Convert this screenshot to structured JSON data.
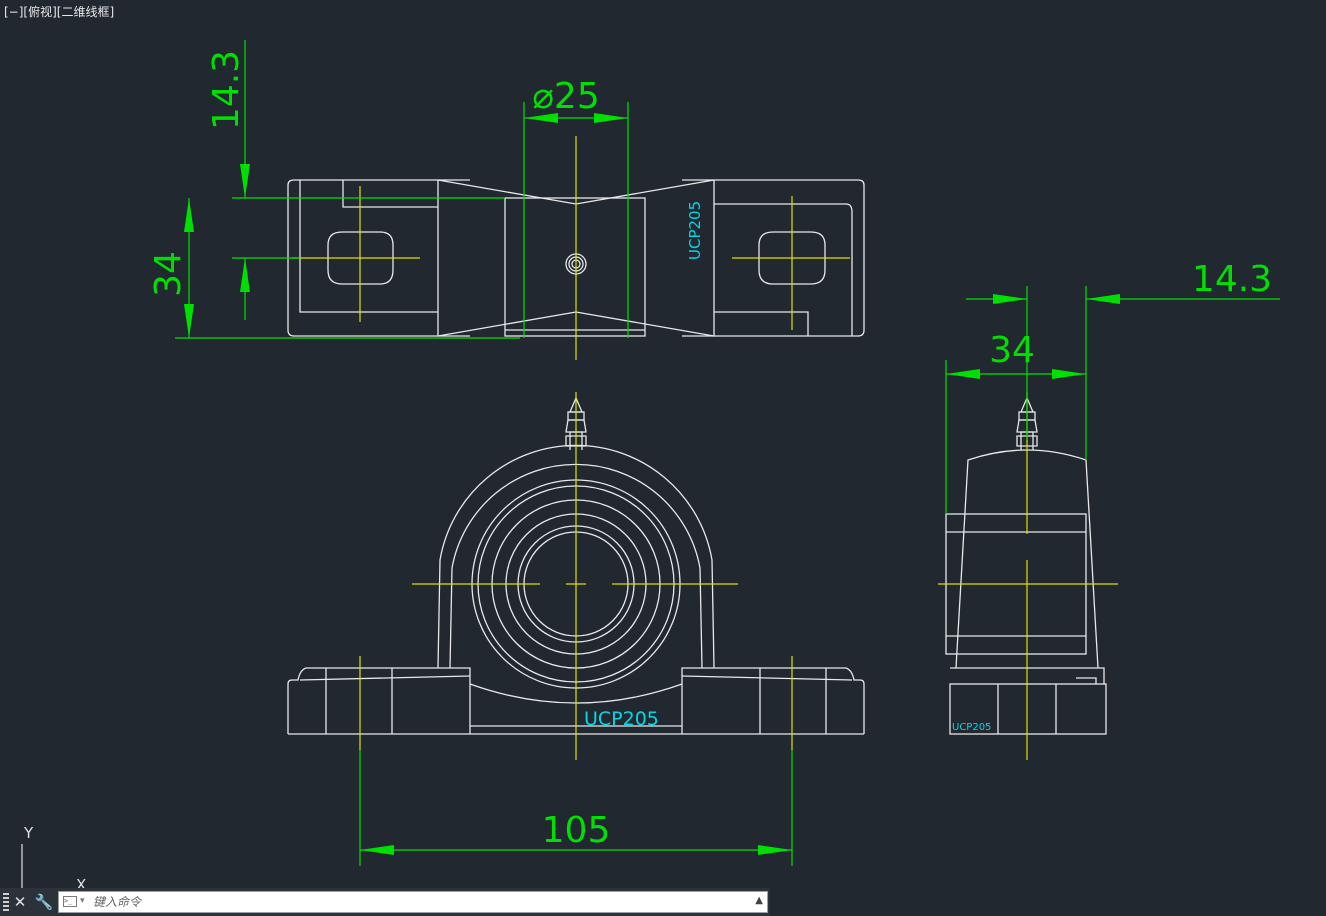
{
  "viewport": {
    "label": "[−][俯视][二维线框]"
  },
  "colors": {
    "background": "#212830",
    "geometry": "#e8e8e8",
    "centerline": "#e0e000",
    "dimension": "#00e000",
    "tag": "#00d8e8"
  },
  "dimensions": {
    "top_offset": "14.3",
    "top_height": "34",
    "diameter": "⌀25",
    "base_span": "105",
    "side_width": "34",
    "side_offset": "14.3"
  },
  "tags": {
    "top_view": "UCP205",
    "front_view": "UCP205",
    "side_view": "UCP205"
  },
  "ucs": {
    "y_label": "Y",
    "x_label": "X"
  },
  "command_line": {
    "placeholder": "键入命令",
    "close_icon": "close-icon",
    "customize_icon": "wrench-icon",
    "history_icon": "triangle-up-icon"
  }
}
